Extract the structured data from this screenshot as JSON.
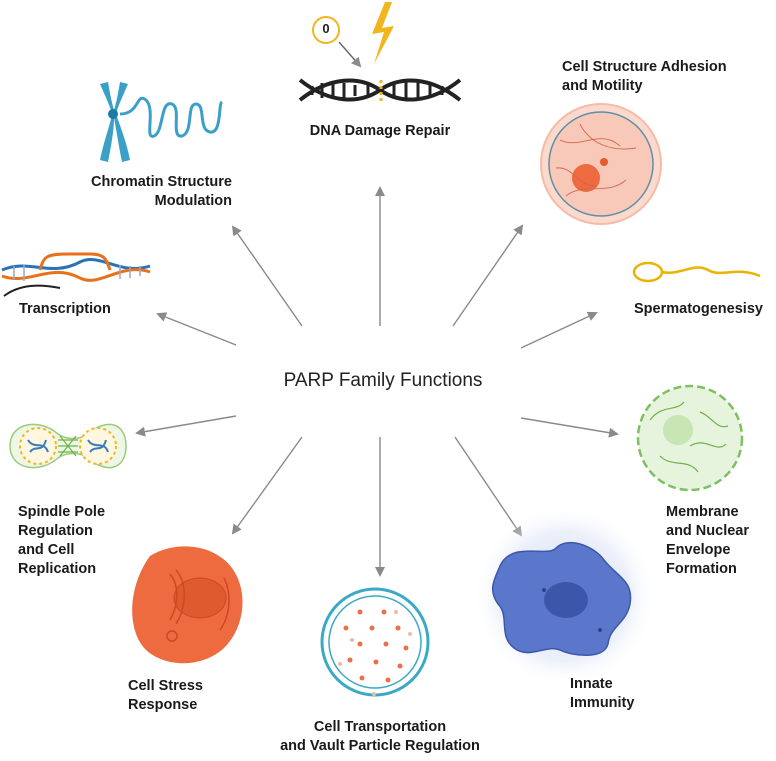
{
  "center": {
    "title": "PARP Family Functions"
  },
  "functions": {
    "dna_damage_repair": {
      "label": "DNA Damage Repair",
      "badge": "0"
    },
    "cell_structure": {
      "label": "Cell Structure Adhesion\nand Motility"
    },
    "spermatogenesis": {
      "label": "Spermatogenesisy"
    },
    "membrane": {
      "label": "Membrane\nand Nuclear\nEnvelope\nFormation"
    },
    "innate_immunity": {
      "label": "Innate\nImmunity"
    },
    "cell_transport": {
      "label": "Cell Transportation\nand Vault Particle Regulation"
    },
    "cell_stress": {
      "label": "Cell Stress\nResponse"
    },
    "spindle_pole": {
      "label": "Spindle Pole\nRegulation\nand Cell\nReplication"
    },
    "transcription": {
      "label": "Transcription"
    },
    "chromatin": {
      "label": "Chromatin Structure\nModulation"
    }
  },
  "colors": {
    "arrow": "#8a8a8a",
    "dna_blue": "#2a2a2a",
    "lightning": "#f2b51d",
    "chromosome": "#3aa0c8",
    "cell_structure": "#f6c2b0",
    "sperm": "#e9b400",
    "membrane": "#7cc063",
    "immunity": "#4d68bd",
    "vault": "#3aa9c4",
    "stress": "#ee6a3f"
  }
}
